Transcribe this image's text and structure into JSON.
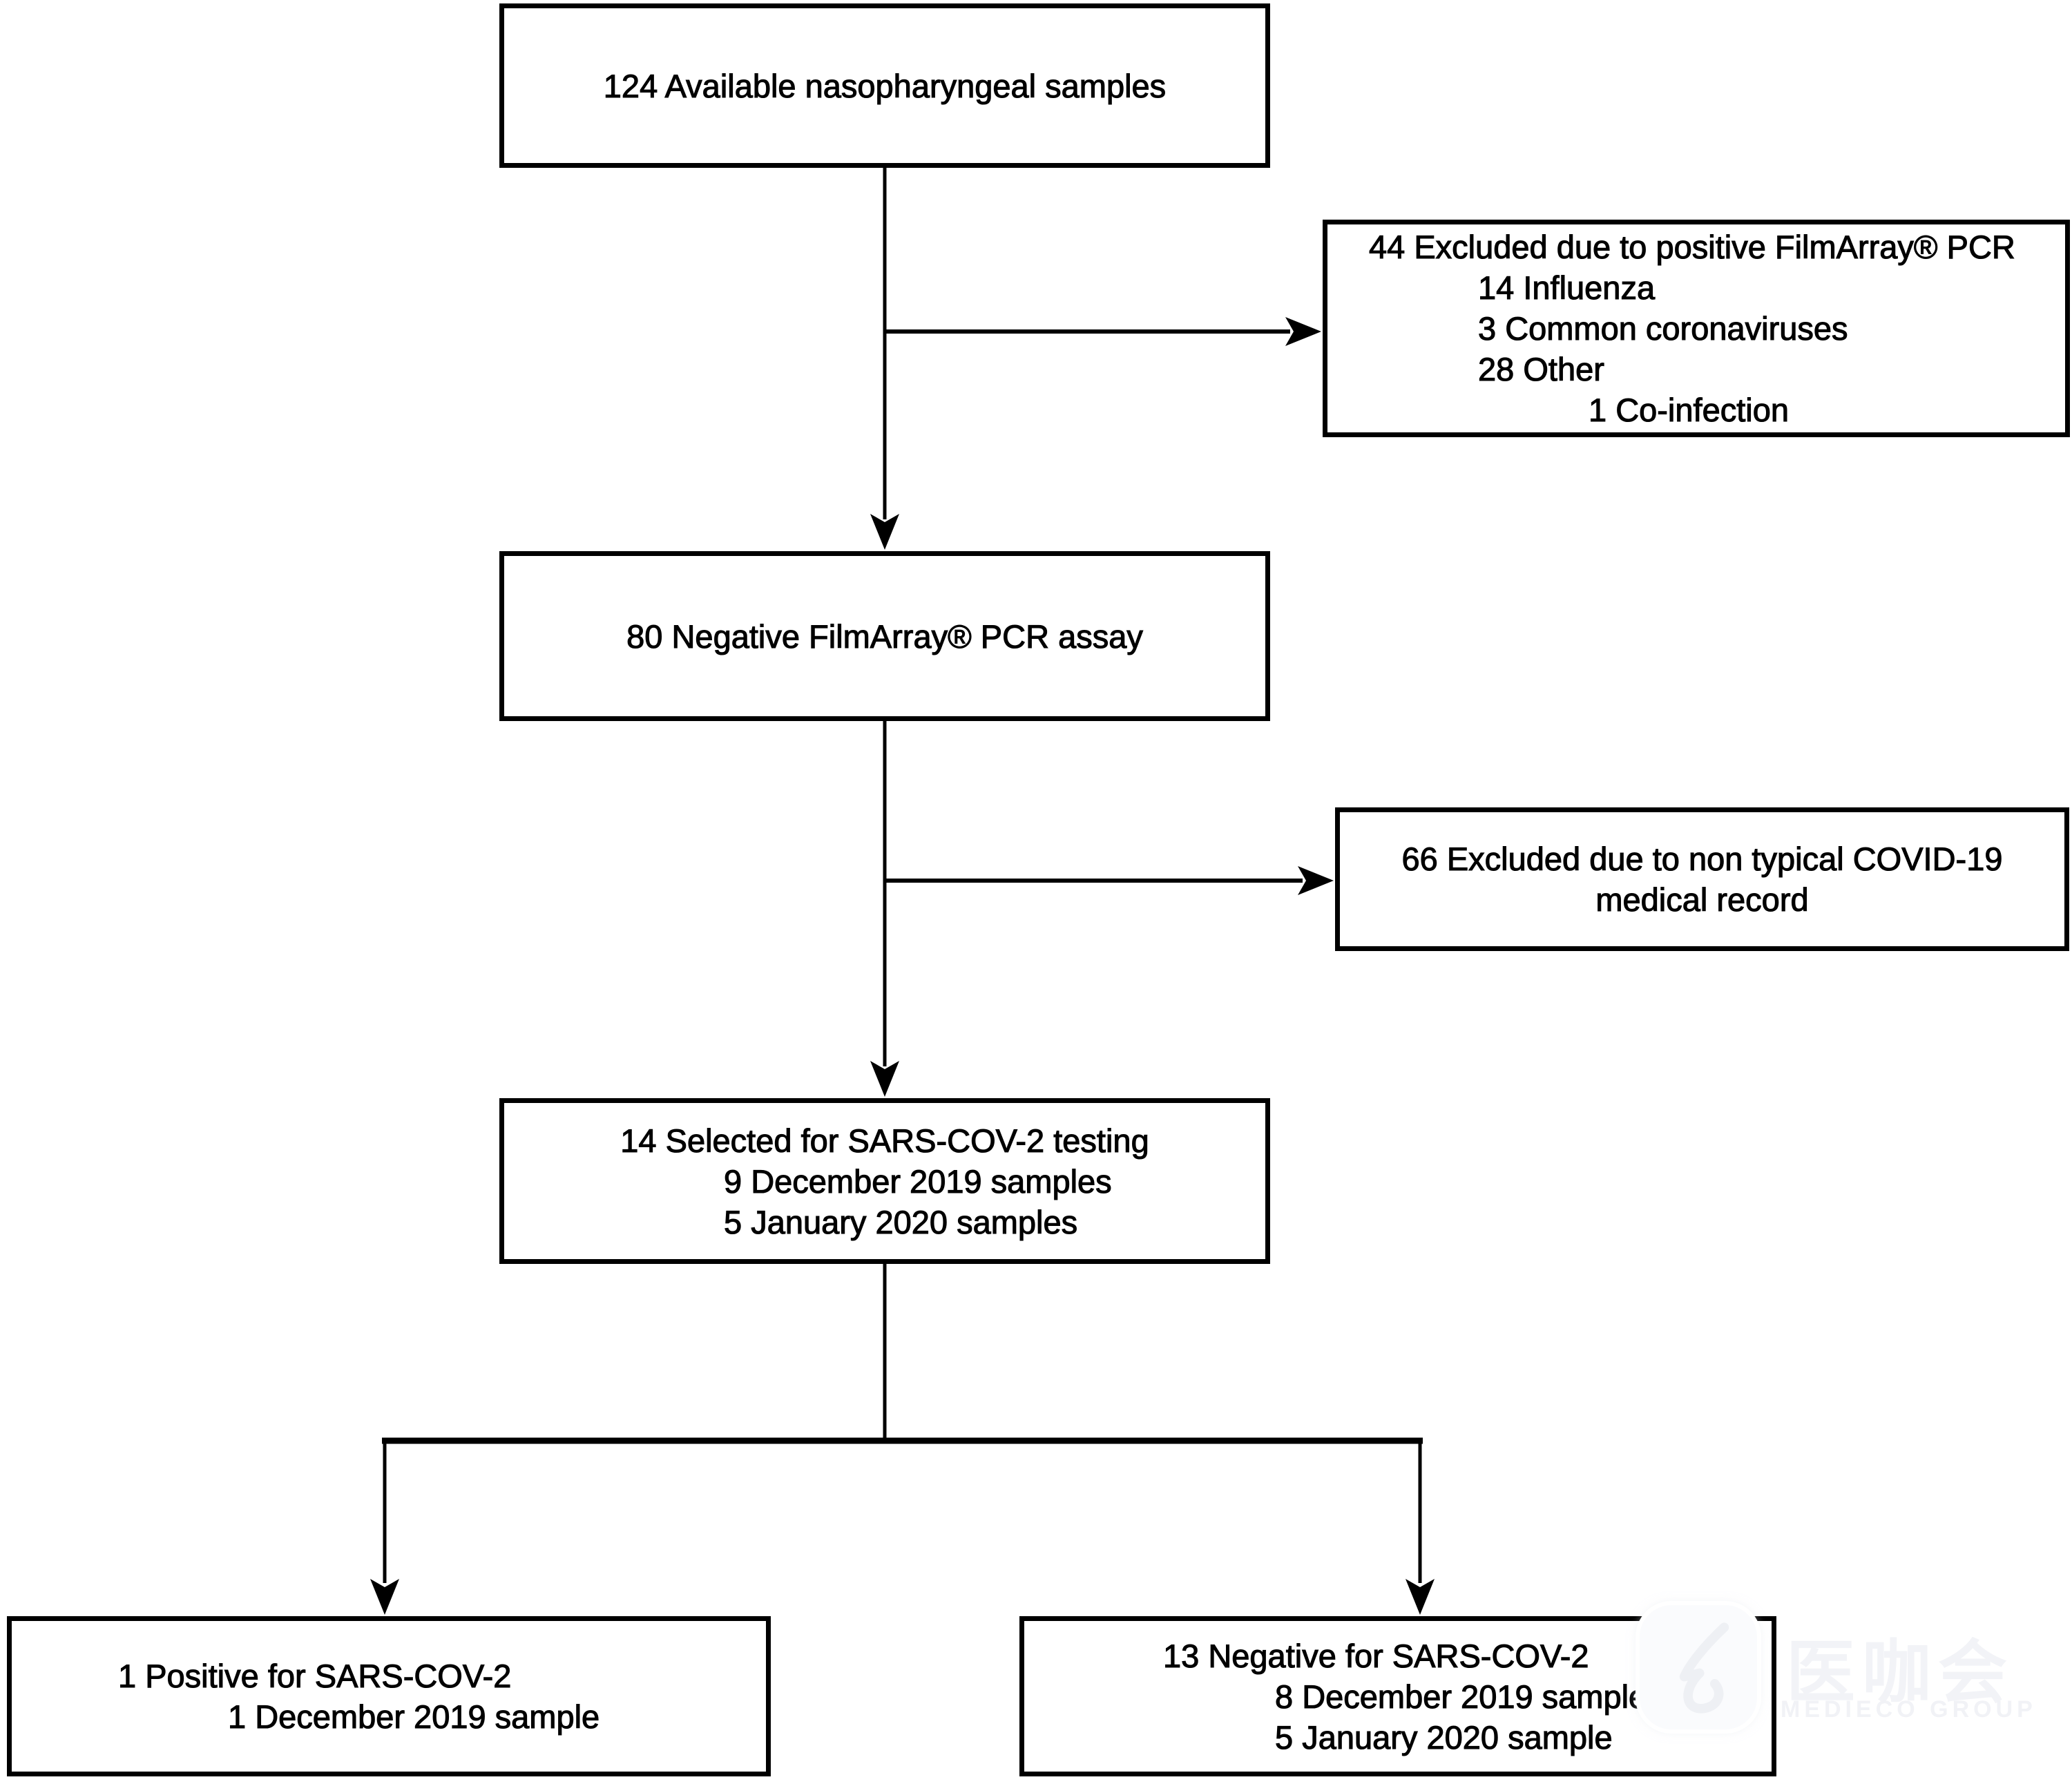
{
  "colors": {
    "ink": "#000000",
    "background": "#ffffff",
    "watermark": "#f1f2f6"
  },
  "boxes": {
    "available": {
      "lines": [
        "124 Available nasopharyngeal samples"
      ]
    },
    "excluded_filmarray": {
      "lines": [
        "44 Excluded due to positive FilmArray® PCR",
        "14 Influenza",
        "3 Common coronaviruses",
        "28 Other",
        "1 Co-infection"
      ]
    },
    "negative_filmarray": {
      "lines": [
        "80 Negative FilmArray® PCR assay"
      ]
    },
    "excluded_record": {
      "lines": [
        "66 Excluded due to non typical COVID-19",
        "medical record"
      ]
    },
    "selected": {
      "lines": [
        "14 Selected for SARS-COV-2 testing",
        "9 December 2019 samples",
        "5 January 2020 samples"
      ]
    },
    "positive_result": {
      "lines": [
        "1 Positive for SARS-COV-2",
        "1 December 2019 sample"
      ]
    },
    "negative_result": {
      "lines": [
        "13 Negative for SARS-COV-2",
        "8 December 2019 sample",
        "5 January 2020 sample"
      ]
    }
  },
  "watermark": {
    "brand_cn": "医咖会",
    "brand_en": "MEDIECO GROUP"
  }
}
